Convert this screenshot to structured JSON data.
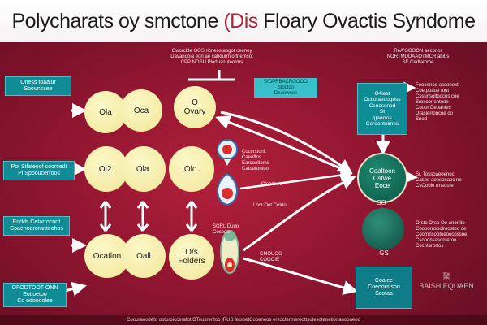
{
  "title": {
    "prefix": "Polycharats oy smctone ",
    "mark": "(Dis",
    "suffix": " Floary Ovactis Syndome"
  },
  "header": {
    "top_text": "Oworckte OOS ricrieostaogot ceenoy\nDavandoia eon ae cabdurmio fnemsot\nCPP NOSU Ploduanuteorms",
    "box_top": "SIDPRBACROOOO\nSiooloo\nDeaowoes",
    "right_text": "ReA'GOOON aeconor\nNORTMDDAAOTMCR abit s\nSE Cedtamme"
  },
  "left_boxes": [
    "Oness toaalur\nSoounscee",
    "Pof Stlateoof coortiedt\nPi Spooucerroos",
    "Eodds Cetarrocnrtt\nCoaenoarorantoohos",
    "OFODTOOT ONN\nEotioetoo\nCo odoooolee"
  ],
  "circles": [
    "Ola",
    "Oca",
    "O\nOvary",
    "Ol2.",
    "Ola.",
    "Olo.",
    "Ocatlon",
    "Oall",
    "O/s\nFolders"
  ],
  "mid_labels": [
    "Coccrstcnit\nCaeoffos\nEaroooltoms\nCatoerontoo",
    "Cloodeoc",
    "Locr Oot Cetdo",
    "SORL Duuo\nCocodo",
    "CMOUOO\nCOOOIE"
  ],
  "right_panel": {
    "teal_box": "O4lest\nOcco aeoogoss\nCsnossnod\nSt\nlgaorros\nCoroantolmes",
    "note_1": "Fooeonoe acconoxt\nCoetpoaoe tout\nCssunsoltoocos coe\nSroxoonontooe\nCooor Deoantes\nDraslerroncoe oo\nSnod",
    "circle_1": "Coaltoon\nCstwe\nEoce",
    "so_label": "SO",
    "note_2": "Sr. Tossoaeoenoc\nCasoe aoesonaoc ne\nCsOoole rmsoote",
    "note_3": "Orsto Orso Oe anortito\nCoooorusoolroostoo oe\nCoornnsootoeoocossoe\nCsooonsasonteroo\nCocntarortos",
    "gs_label": "GS",
    "bottom_box": "Coaiee\nCoeoorstsoo\nScotaa",
    "watermark": "聚\nBAISHIEQUAEN"
  },
  "footer": "Coouraoodeto ooturoicceratot OTeusrentoo IRUS fetsoetCooeneos ertioctertneroottsutesoteoetionanooneoo"
}
